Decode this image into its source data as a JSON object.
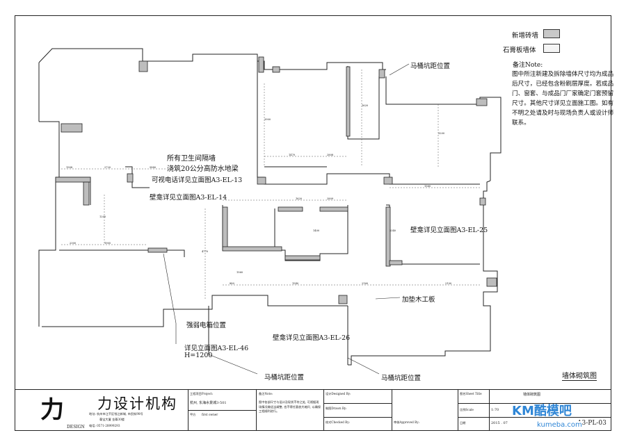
{
  "legend": {
    "new_brick_wall": "新增砖墙",
    "gypsum_wall": "石膏板墙体"
  },
  "note": {
    "title": "备注Note:",
    "body": "图中所注新建及拆除墙体尺寸均为成品后尺寸，已经包含粉刷层厚度。若成品门、窗套、与成品门厂家确定门套预留尺寸。其他尺寸详见立面施工图。如有不明之处请及时与现场负责人或设计师联系。"
  },
  "annotations": {
    "toilet_pit_top": "马桶坑距位置",
    "bathroom_partition_1": "所有卫生间隔墙",
    "bathroom_partition_2": "浇筑20公分高防水地梁",
    "video_phone": "可视电话详见立面图A3-EL-13",
    "niche_14": "壁龛详见立面图A3-EL-14",
    "niche_25": "壁龛详见立面图A3-EL-25",
    "wood_board": "加垫木工板",
    "weak_box": "强弱电箱位置",
    "niche_26": "壁龛详见立面图A3-EL-26",
    "detail_46": "详见立面图A3-EL-46",
    "height": "H=1200",
    "toilet_pit_bottom_left": "马桶坑距位置",
    "toilet_pit_bottom_right": "马桶坑距位置"
  },
  "drawing_stamp": "墙体砌筑图",
  "title_block": {
    "firm_name": "力设计机构",
    "logo_caption": "DESIGN",
    "address_1": "地址: 杭州市江干区钱江新城, 市民街98号",
    "address_2": "尊宝大厦 金尊30楼",
    "phone": "电话: 0571-28999293",
    "project_label": "工程项目Project:",
    "project_value": "杭州, 东海水景城3-501",
    "owner_label": "甲方",
    "owner_value": "first owner",
    "remarks_label": "备注Note:",
    "remarks_body": "图中各部尺寸与设计及现状不符之处, 可视据现场情况做适当调整, 也不得任意放大缩尺, 以确保工程顺利进行。",
    "designed_label": "设计Designed By:",
    "drawn_label": "制图Drawn By:",
    "checked_label": "校对Checked By:",
    "approved_label": "审核Approved By:",
    "sheet_title_label": "图名Sheet Title",
    "sheet_title_value": "墙体砌筑图",
    "scale_label": "比例Scale",
    "scale_value": "1:70",
    "date_label": "日期",
    "date_value": "2015 . 07",
    "sheet_no_label": "图号Sheet No.",
    "sheet_no_value": "A3-PL-03"
  },
  "watermark": {
    "brand": "KM酷模吧",
    "url": "kumeba.com"
  },
  "dimensions": [
    "1908",
    "2720",
    "5880",
    "1470",
    "2808",
    "1620",
    "2809",
    "1560",
    "1620",
    "3200",
    "2300",
    "1905",
    "880",
    "1540",
    "2160",
    "2100",
    "4770",
    "3900",
    "1200",
    "2340",
    "1400",
    "1560"
  ]
}
